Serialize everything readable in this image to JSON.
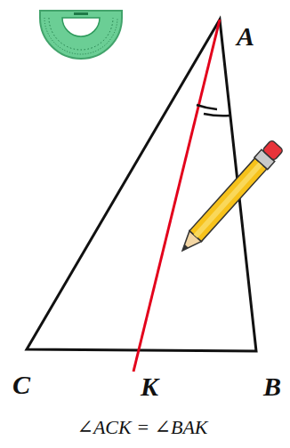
{
  "diagram": {
    "labels": [
      "A",
      "C",
      "K",
      "B",
      "∠ACK = ∠BAK"
    ]
  }
}
